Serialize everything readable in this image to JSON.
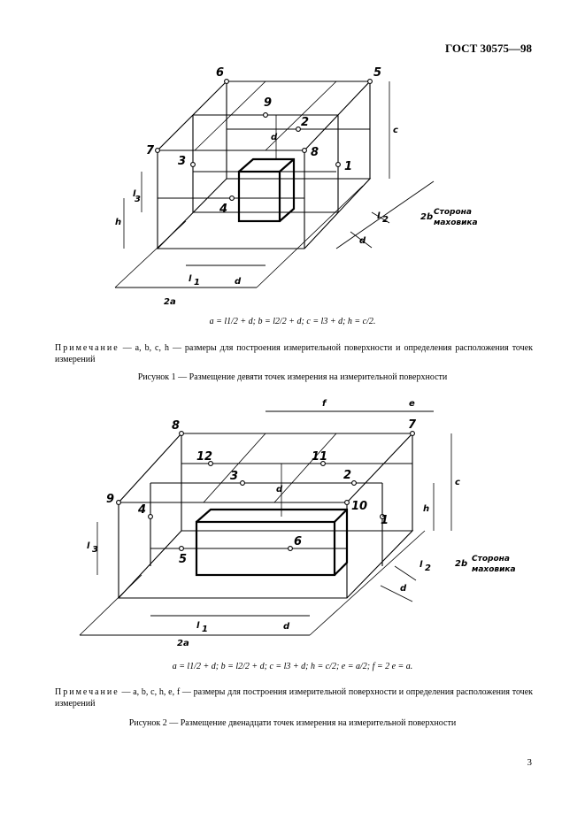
{
  "header": {
    "standard": "ГОСТ 30575—98"
  },
  "figure1": {
    "points": [
      "6",
      "5",
      "9",
      "2",
      "7",
      "8",
      "3",
      "1",
      "4"
    ],
    "dims": {
      "a2": "2a",
      "b2": "2b",
      "l1": "l",
      "l1sub": "1",
      "l2": "l",
      "l2sub": "2",
      "l3": "l",
      "l3sub": "3",
      "d": "d",
      "c": "c",
      "h": "h"
    },
    "side_label": [
      "Сторона",
      "маховика"
    ],
    "formula": "a = l1/2 + d;  b = l2/2 + d;  c = l3 + d;  h = c/2.",
    "note_word": "Примечание",
    "note_text": "— a, b, c, h — размеры для построения измерительной поверхности и определения расположения точек измерений",
    "caption": "Рисунок 1 — Размещение девяти точек измерения на измерительной поверхности"
  },
  "figure2": {
    "points": [
      "8",
      "7",
      "12",
      "11",
      "3",
      "2",
      "9",
      "10",
      "4",
      "1",
      "5",
      "6"
    ],
    "dims": {
      "a2": "2a",
      "b2": "2b",
      "l1": "l",
      "l1sub": "1",
      "l2": "l",
      "l2sub": "2",
      "l3": "l",
      "l3sub": "3",
      "d": "d",
      "c": "c",
      "h": "h",
      "e": "e",
      "f": "f"
    },
    "side_label": [
      "Сторона",
      "маховика"
    ],
    "formula": "a = l1/2 + d;  b = l2/2 + d;  c = l3 + d;  h = c/2;  e = a/2;  f = 2 e = a.",
    "note_word": "Примечание",
    "note_text": "— a, b, c, h, e, f — размеры для построения измерительной поверхности и определения расположения точек измерений",
    "caption": "Рисунок 2 — Размещение двенадцати точек измерения на измерительной поверхности"
  },
  "page_number": "3"
}
